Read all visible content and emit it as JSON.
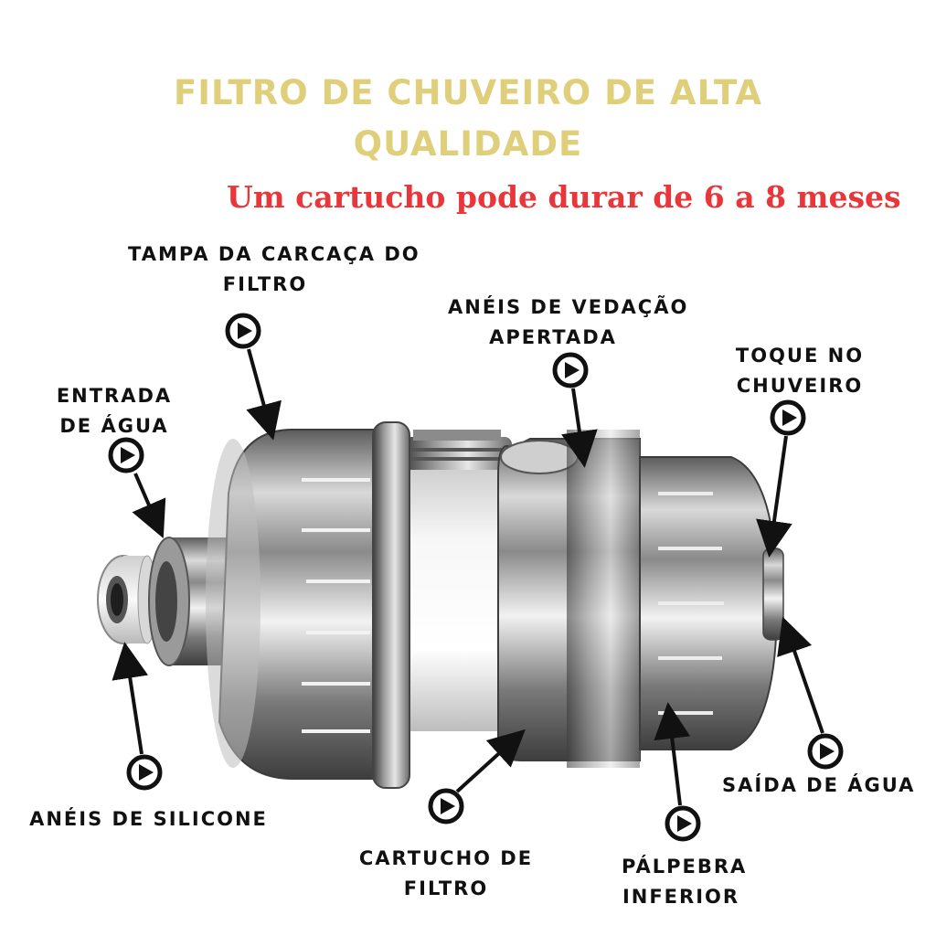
{
  "title": {
    "line1": "FILTRO DE CHUVEIRO DE ALTA",
    "line2": "QUALIDADE"
  },
  "subtitle": "Um cartucho pode durar de 6 a 8 meses",
  "labels": {
    "tampa": {
      "line1": "TAMPA DA CARCAÇA DO",
      "line2": "FILTRO"
    },
    "aneis_vedacao": {
      "line1": "ANÉIS DE VEDAÇÃO",
      "line2": "APERTADA"
    },
    "toque": {
      "line1": "TOQUE NO",
      "line2": "CHUVEIRO"
    },
    "entrada": {
      "line1": "ENTRADA",
      "line2": "DE ÁGUA"
    },
    "aneis_silicone": {
      "line1": "ANÉIS DE SILICONE"
    },
    "cartucho": {
      "line1": "CARTUCHO DE",
      "line2": "FILTRO"
    },
    "palpebra": {
      "line1": "PÁLPEBRA",
      "line2": "INFERIOR"
    },
    "saida": {
      "line1": "SAÍDA DE ÁGUA"
    }
  },
  "colors": {
    "title": "#e0cf7a",
    "subtitle": "#e8363a",
    "label": "#111111"
  }
}
